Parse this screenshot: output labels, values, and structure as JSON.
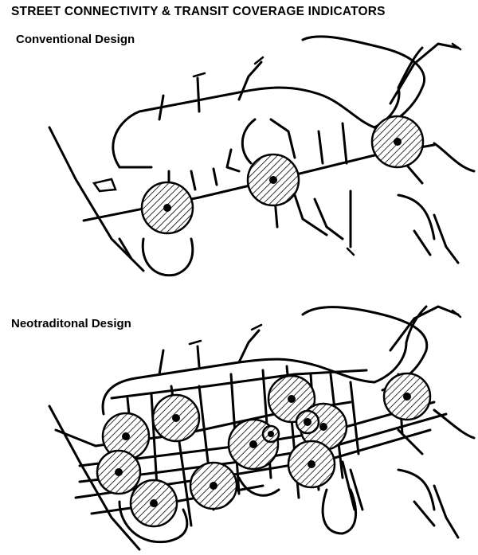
{
  "title": "STREET CONNECTIVITY & TRANSIT COVERAGE INDICATORS",
  "panels": [
    {
      "label": "Conventional Design",
      "stop_count": 3
    },
    {
      "label": "Neotraditonal Design",
      "stop_count": 12
    }
  ],
  "colors": {
    "ink": "#000000",
    "background": "#ffffff"
  }
}
